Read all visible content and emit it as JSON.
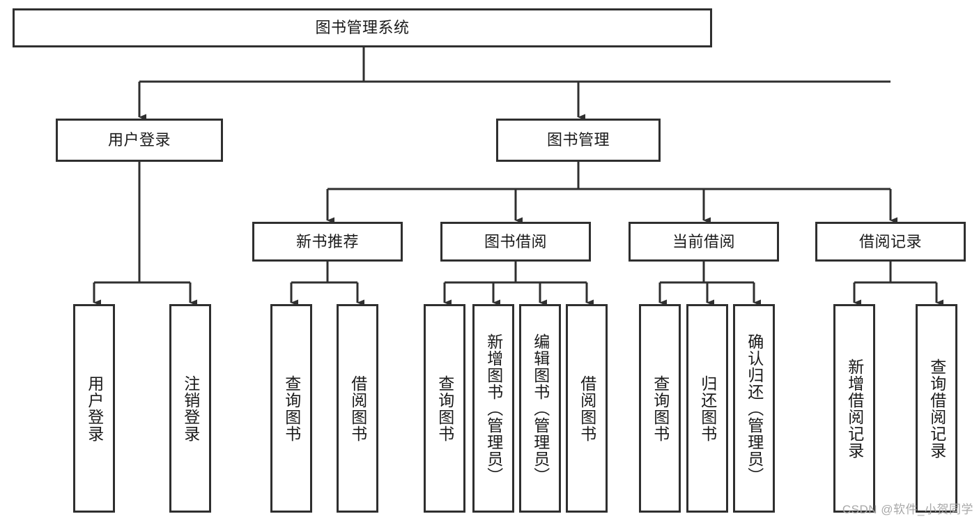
{
  "diagram": {
    "title": "图书管理系统",
    "type": "tree",
    "colors": {
      "box_border": "#2f2f2f",
      "box_fill": "#ffffff",
      "edge": "#2f2f2f",
      "text": "#1a1a1a",
      "watermark": "#a8a8a8"
    },
    "nodes": {
      "root": {
        "label": "图书管理系统"
      },
      "level2": [
        {
          "id": "user-login",
          "label": "用户登录"
        },
        {
          "id": "book-manage",
          "label": "图书管理"
        }
      ],
      "level3": [
        {
          "id": "new-book-recommend",
          "label": "新书推荐"
        },
        {
          "id": "book-borrow",
          "label": "图书借阅"
        },
        {
          "id": "current-borrow",
          "label": "当前借阅"
        },
        {
          "id": "borrow-record",
          "label": "借阅记录"
        }
      ],
      "leaves": {
        "user-login": [
          {
            "id": "leaf-user-login",
            "label": "用户登录"
          },
          {
            "id": "leaf-logout",
            "label": "注销登录"
          }
        ],
        "new-book-recommend": [
          {
            "id": "leaf-query-book-1",
            "label": "查询图书"
          },
          {
            "id": "leaf-borrow-book-1",
            "label": "借阅图书"
          }
        ],
        "book-borrow": [
          {
            "id": "leaf-query-book-2",
            "label": "查询图书"
          },
          {
            "id": "leaf-add-book",
            "label": "新增图书（管理员）"
          },
          {
            "id": "leaf-edit-book",
            "label": "编辑图书（管理员）"
          },
          {
            "id": "leaf-borrow-book-2",
            "label": "借阅图书"
          }
        ],
        "current-borrow": [
          {
            "id": "leaf-query-book-3",
            "label": "查询图书"
          },
          {
            "id": "leaf-return-book",
            "label": "归还图书"
          },
          {
            "id": "leaf-confirm-return",
            "label": "确认归还（管理员）"
          }
        ],
        "borrow-record": [
          {
            "id": "leaf-add-record",
            "label": "新增借阅记录"
          },
          {
            "id": "leaf-query-record",
            "label": "查询借阅记录"
          }
        ]
      }
    },
    "watermark": "CSDN @软件_小贺同学"
  }
}
